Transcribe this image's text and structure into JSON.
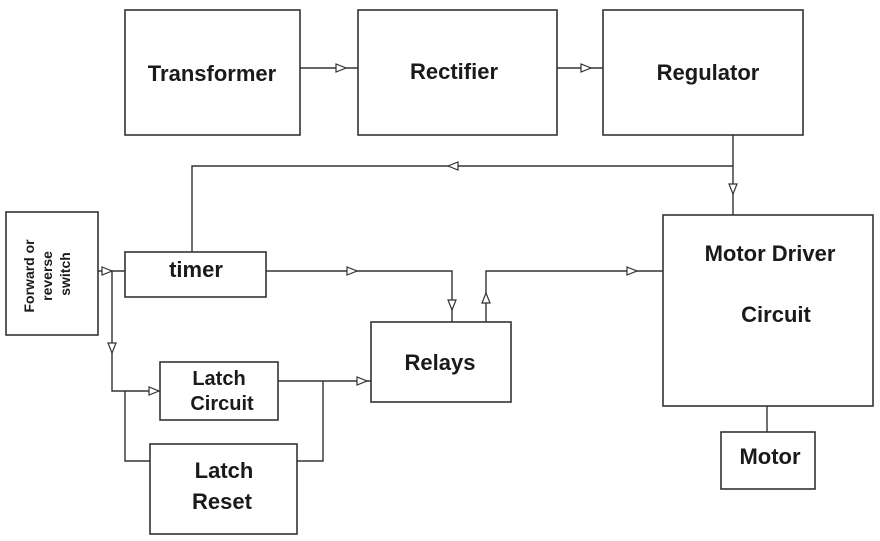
{
  "blocks": {
    "transformer": "Transformer",
    "rectifier": "Rectifier",
    "regulator": "Regulator",
    "switch_line1": "Forward or",
    "switch_line2": "reverse",
    "switch_line3": "switch",
    "timer": "timer",
    "relays": "Relays",
    "motor_driver_line1": "Motor Driver",
    "motor_driver_line2": "Circuit",
    "latch_circuit_line1": "Latch",
    "latch_circuit_line2": "Circuit",
    "latch_reset_line1": "Latch",
    "latch_reset_line2": "Reset",
    "motor": "Motor"
  },
  "colors": {
    "line": "#333333",
    "text": "#1a1a1a",
    "background": "#ffffff"
  }
}
